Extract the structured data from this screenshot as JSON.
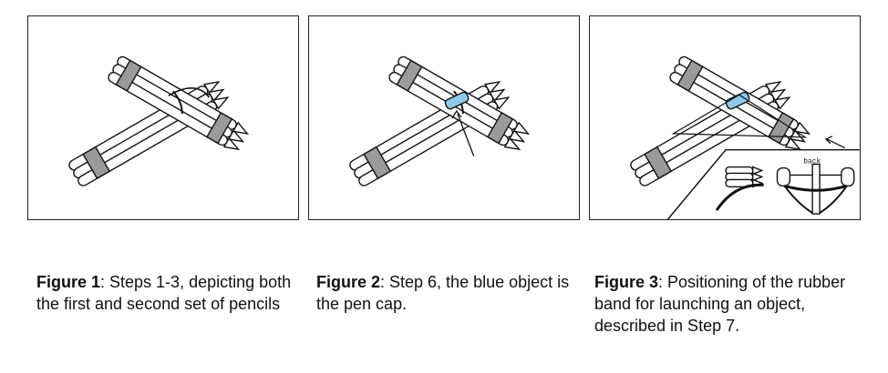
{
  "figures": [
    {
      "label": "Figure 1",
      "text": ": Steps 1-3, depicting both the first and second set of pencils"
    },
    {
      "label": "Figure 2",
      "text": ": Step 6, the blue object is the pen cap."
    },
    {
      "label": "Figure 3",
      "text": ": Positioning of the rubber band for launching an object, described in Step 7."
    }
  ],
  "inset": {
    "back_label": "back"
  },
  "colors": {
    "pen_cap": "#8ec9ec",
    "band": "#9a9a9a",
    "stroke": "#111111"
  }
}
